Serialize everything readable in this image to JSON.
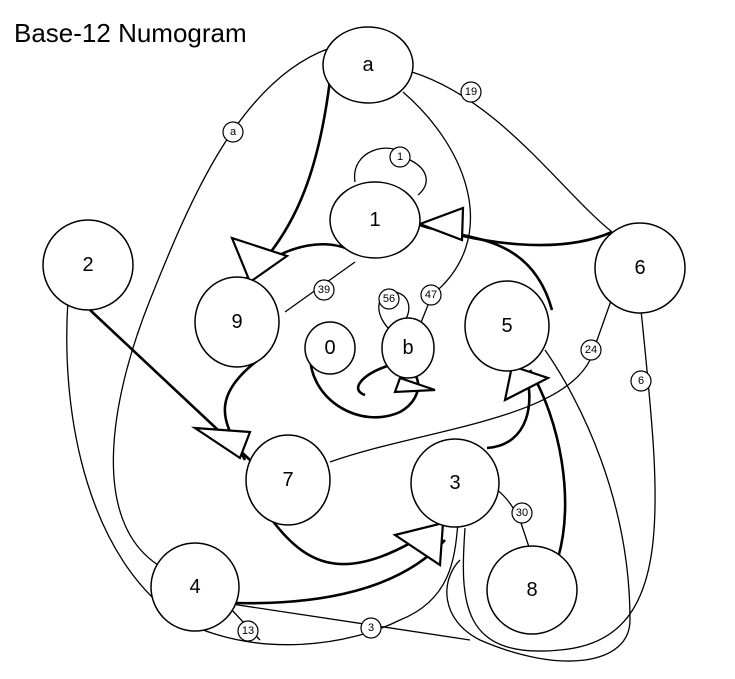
{
  "title": "Base-12 Numogram",
  "nodes": [
    "a",
    "1",
    "2",
    "6",
    "9",
    "0",
    "b",
    "5",
    "7",
    "3",
    "4",
    "8"
  ],
  "edge_labels": [
    "a",
    "19",
    "1",
    "39",
    "56",
    "47",
    "24",
    "6",
    "30",
    "13",
    "3"
  ]
}
